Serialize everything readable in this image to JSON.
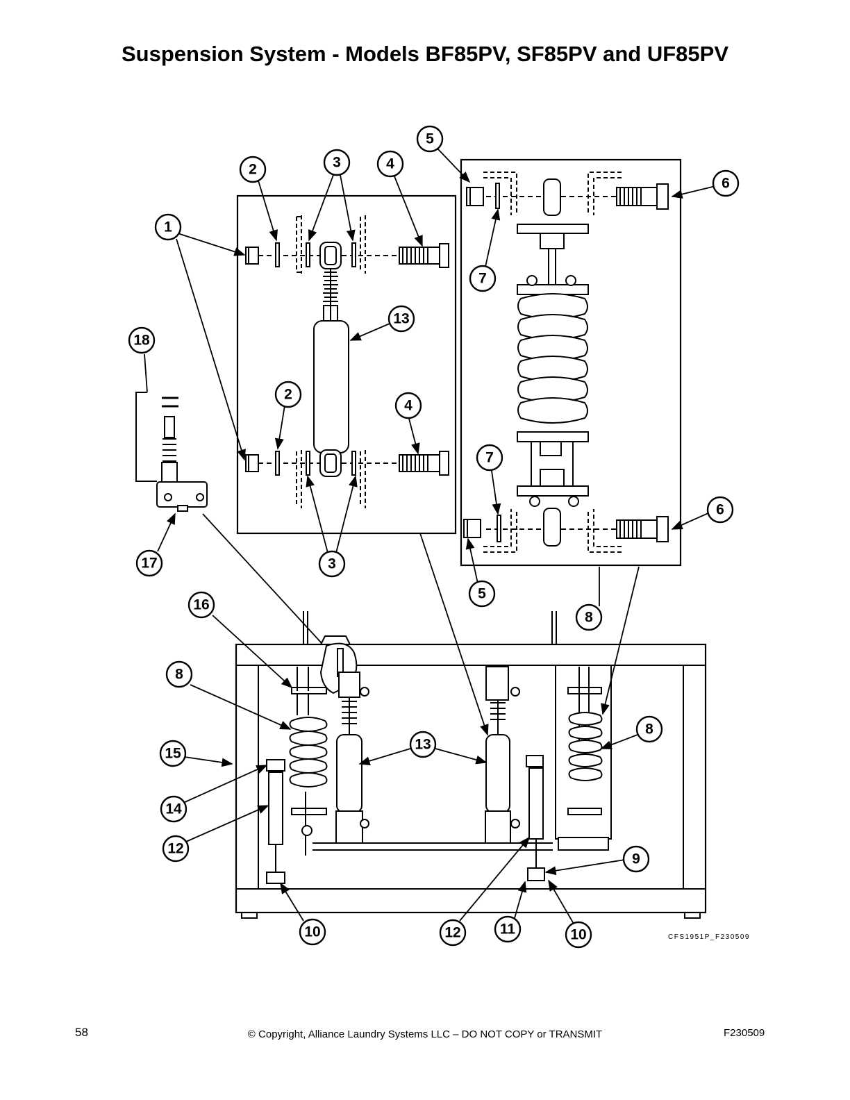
{
  "title": "Suspension System - Models BF85PV, SF85PV and UF85PV",
  "callouts": [
    {
      "label": "1"
    },
    {
      "label": "2"
    },
    {
      "label": "3"
    },
    {
      "label": "4"
    },
    {
      "label": "13"
    },
    {
      "label": "2"
    },
    {
      "label": "4"
    },
    {
      "label": "3"
    },
    {
      "label": "5"
    },
    {
      "label": "6"
    },
    {
      "label": "7"
    },
    {
      "label": "7"
    },
    {
      "label": "6"
    },
    {
      "label": "5"
    },
    {
      "label": "8"
    },
    {
      "label": "18"
    },
    {
      "label": "17"
    },
    {
      "label": "16"
    },
    {
      "label": "8"
    },
    {
      "label": "15"
    },
    {
      "label": "14"
    },
    {
      "label": "12"
    },
    {
      "label": "13"
    },
    {
      "label": "8"
    },
    {
      "label": "9"
    },
    {
      "label": "10"
    },
    {
      "label": "12"
    },
    {
      "label": "11"
    },
    {
      "label": "10"
    }
  ],
  "drawing_id": "CFS1951P_F230509",
  "footer": {
    "page_number": "58",
    "copyright": "© Copyright, Alliance Laundry Systems LLC – DO NOT COPY or TRANSMIT",
    "code": "F230509"
  }
}
